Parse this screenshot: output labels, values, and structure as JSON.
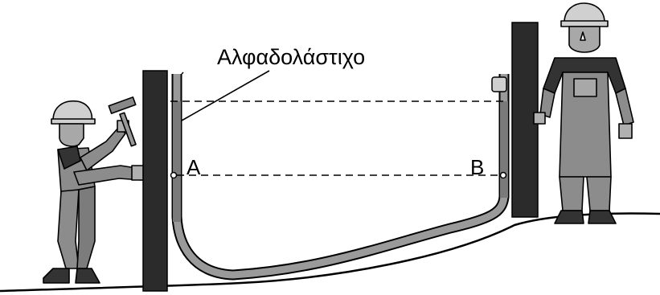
{
  "diagram": {
    "hose_label": "Αλφαδολάστιχο",
    "point_a": "A",
    "point_b": "B"
  },
  "colors": {
    "post": "#2b2b2b",
    "hose": "#9a9a9a",
    "worker_body": "#8c8c8c",
    "outline": "#000000",
    "background": "#ffffff"
  }
}
